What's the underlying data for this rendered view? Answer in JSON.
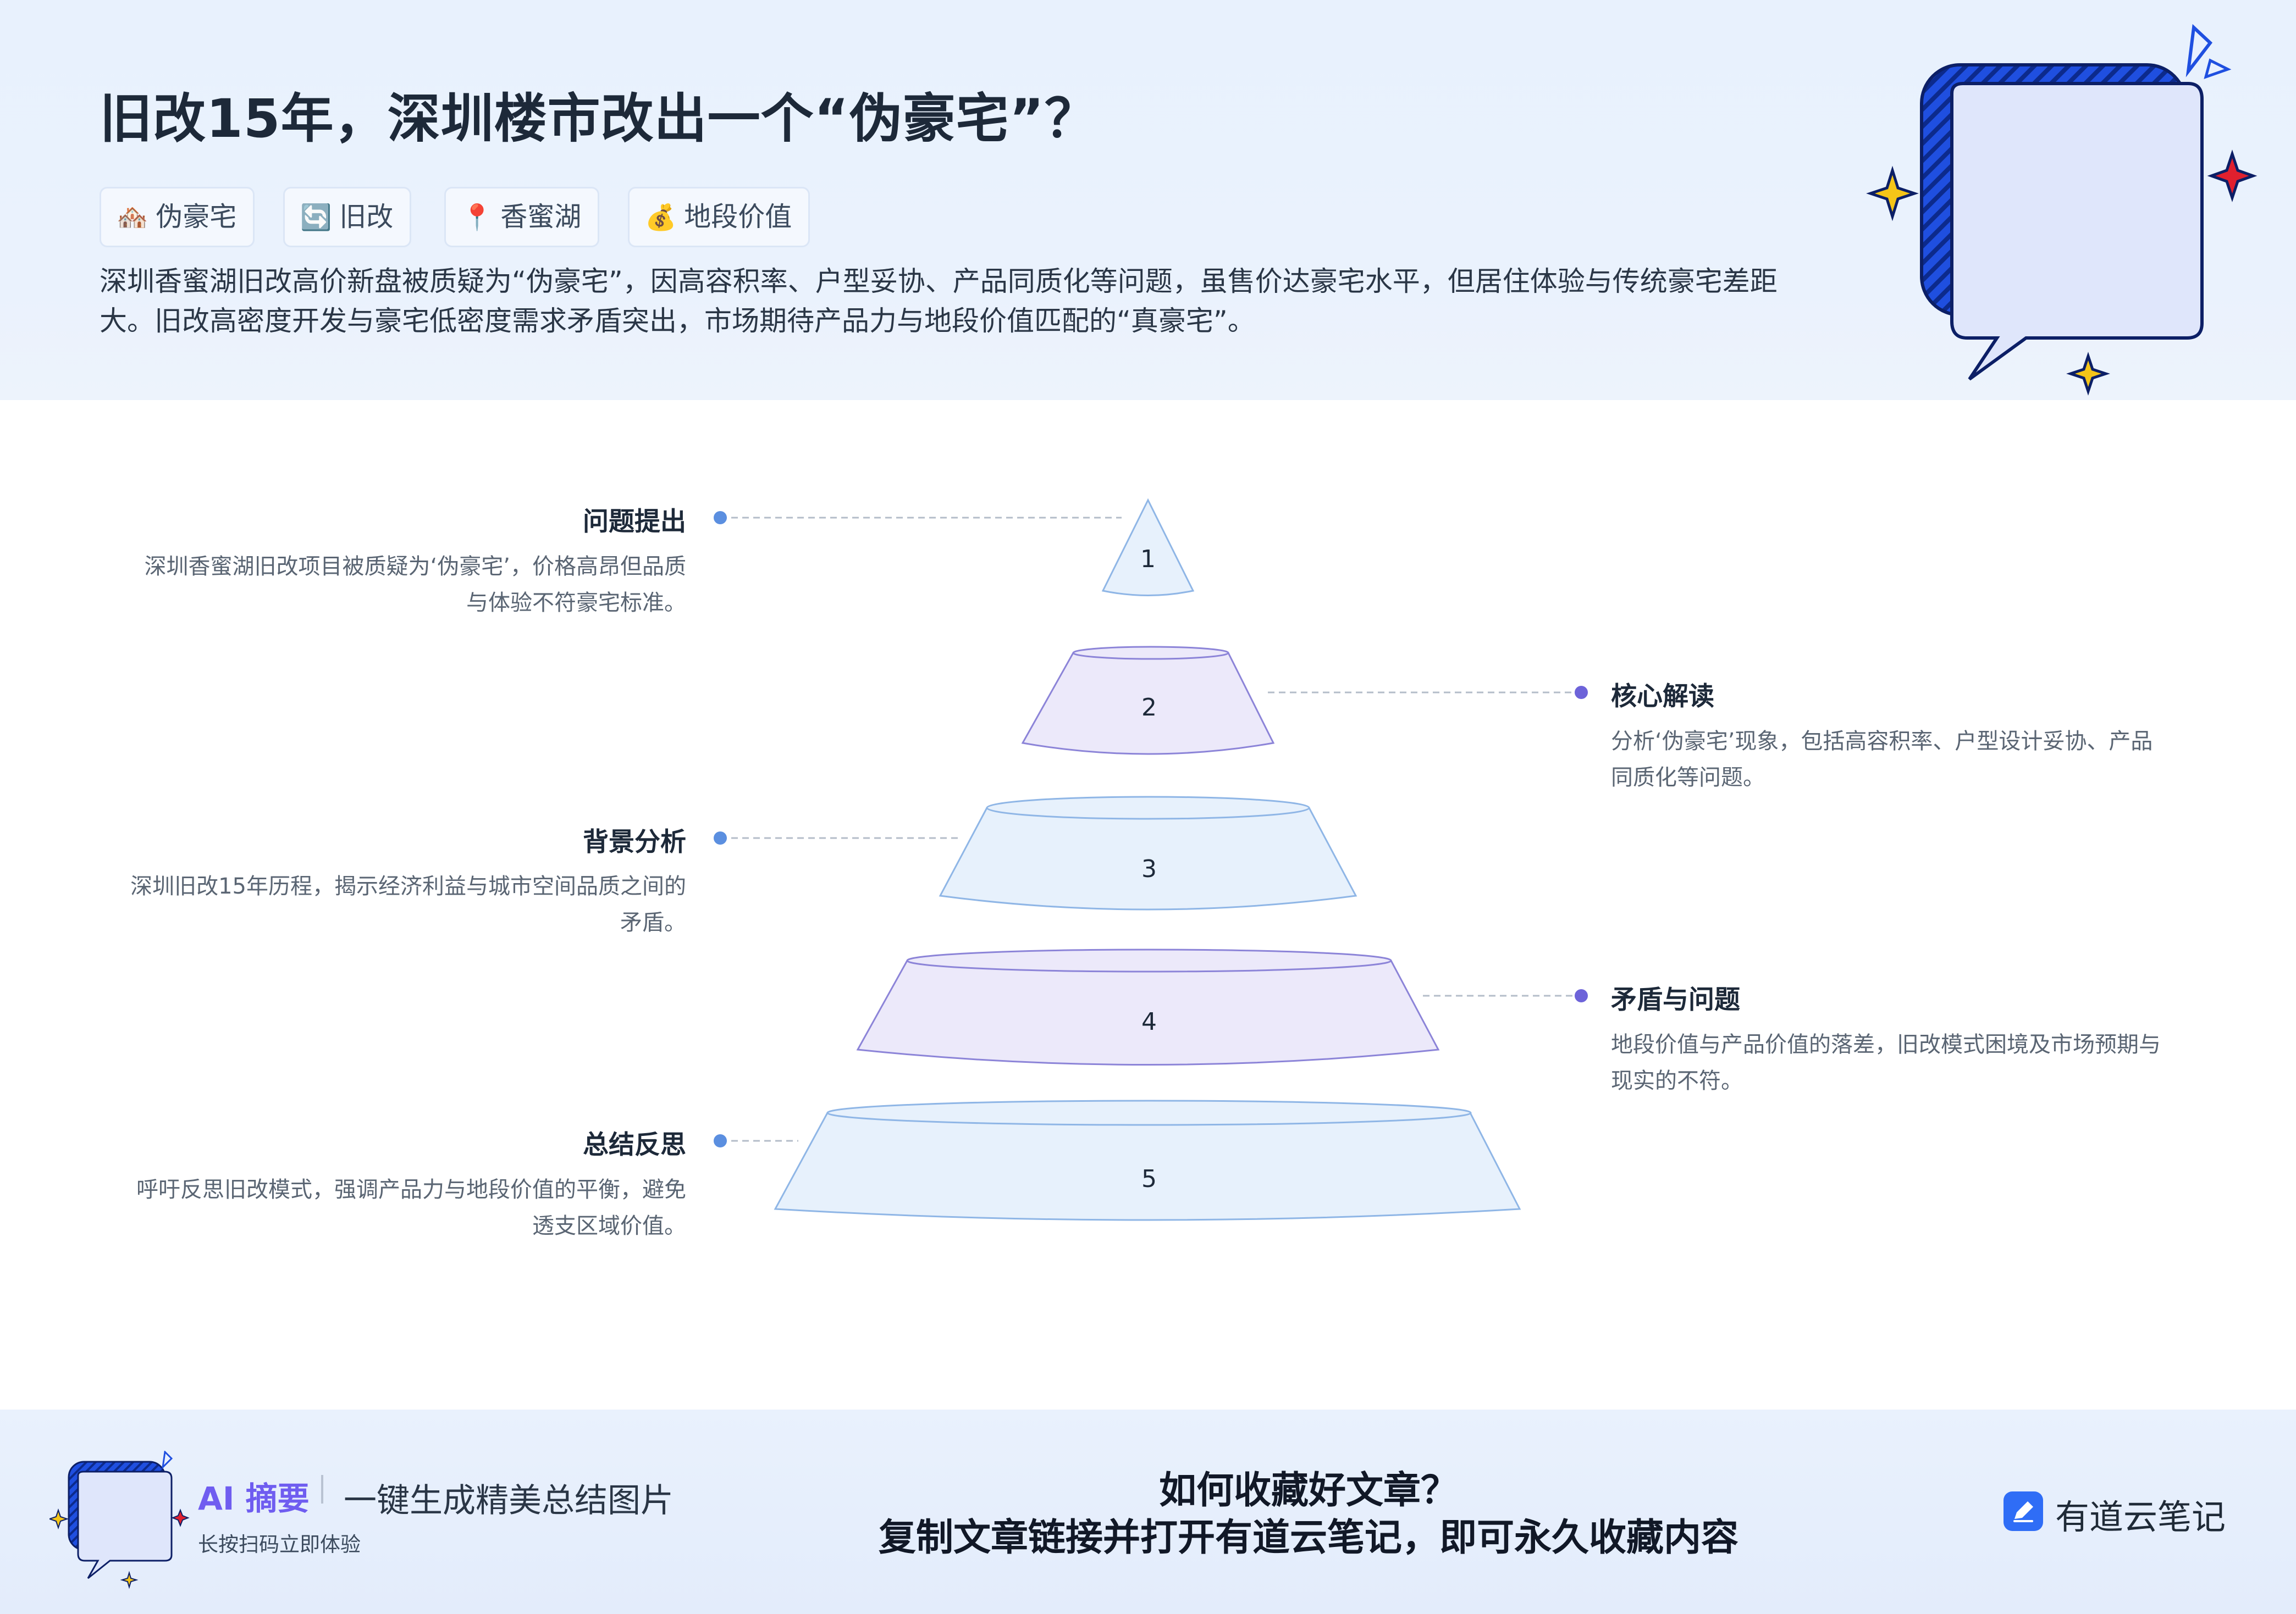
{
  "header": {
    "title": "旧改15年，深圳楼市改出一个“伪豪宅”？",
    "tags": [
      {
        "icon": "house-icon",
        "emoji": "🏘️",
        "label": "伪豪宅"
      },
      {
        "icon": "refresh-icon",
        "emoji": "🔄",
        "label": "旧改"
      },
      {
        "icon": "pin-icon",
        "emoji": "📍",
        "label": "香蜜湖"
      },
      {
        "icon": "money-bag-icon",
        "emoji": "💰",
        "label": "地段价值"
      }
    ],
    "summary": "深圳香蜜湖旧改高价新盘被质疑为“伪豪宅”，因高容积率、户型妥协、产品同质化等问题，虽售价达豪宅水平，但居住体验与传统豪宅差距大。旧改高密度开发与豪宅低密度需求矛盾突出，市场期待产品力与地段价值匹配的“真豪宅”。"
  },
  "pyramid": {
    "tiers": [
      {
        "num": "1",
        "title": "问题提出",
        "desc": "深圳香蜜湖旧改项目被质疑为‘伪豪宅’，价格高昂但品质与体验不符豪宅标准。",
        "desc_lines": [
          "深圳香蜜湖旧改项目被质疑为‘伪豪宅’，价格高昂但品质",
          "与体验不符豪宅标准。"
        ],
        "side": "left"
      },
      {
        "num": "2",
        "title": "核心解读",
        "desc": "分析‘伪豪宅’现象，包括高容积率、户型设计妥协、产品同质化等问题。",
        "desc_lines": [
          "分析‘伪豪宅’现象，包括高容积率、户型设计妥协、产品",
          "同质化等问题。"
        ],
        "side": "right"
      },
      {
        "num": "3",
        "title": "背景分析",
        "desc": "深圳旧改15年历程，揭示经济利益与城市空间品质之间的矛盾。",
        "desc_lines": [
          "深圳旧改15年历程，揭示经济利益与城市空间品质之间的",
          "矛盾。"
        ],
        "side": "left"
      },
      {
        "num": "4",
        "title": "矛盾与问题",
        "desc": "地段价值与产品价值的落差，旧改模式困境及市场预期与现实的不符。",
        "desc_lines": [
          "地段价值与产品价值的落差，旧改模式困境及市场预期与",
          "现实的不符。"
        ],
        "side": "right"
      },
      {
        "num": "5",
        "title": "总结反思",
        "desc": "呼吁反思旧改模式，强调产品力与地段价值的平衡，避免透支区域价值。",
        "desc_lines": [
          "呼吁反思旧改模式，强调产品力与地段价值的平衡，避免",
          "透支区域价值。"
        ],
        "side": "left"
      }
    ],
    "colors": {
      "blue_fill": "#e7f1fc",
      "blue_stroke": "#8fb6e6",
      "purple_fill": "#ece9fa",
      "purple_stroke": "#8c84d8",
      "dot_blue": "#5b8fe0",
      "dot_purple": "#6d63d9"
    }
  },
  "footer": {
    "ai_brand": "AI 摘要",
    "ai_tagline": "一键生成精美总结图片",
    "ai_sub": "长按扫码立即体验",
    "cta_line1": "如何收藏好文章？",
    "cta_line2": "复制文章链接并打开有道云笔记，即可永久收藏内容",
    "app_name": "有道云笔记"
  },
  "colors": {
    "accent_blue": "#1f4fe0",
    "accent_purple": "#6f5df0",
    "star_gold": "#f5c518",
    "star_red": "#e0202e"
  }
}
